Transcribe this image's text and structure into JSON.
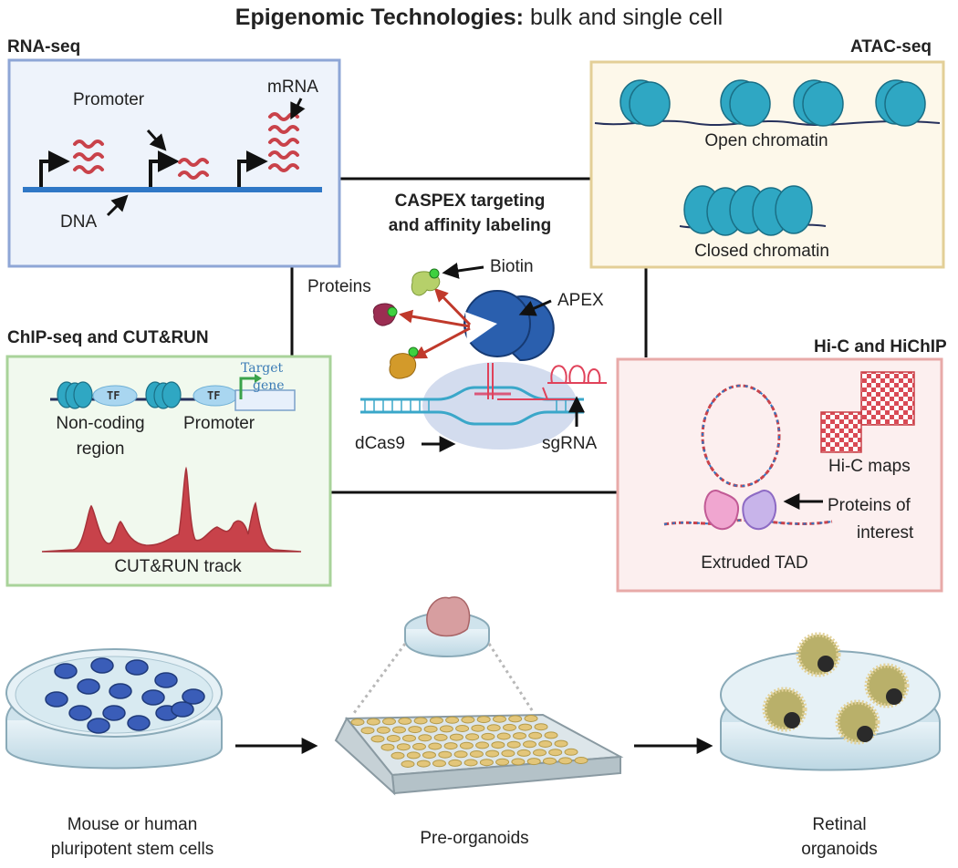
{
  "title": {
    "bold": "Epigenomic Technologies:",
    "rest": " bulk and single cell"
  },
  "rna": {
    "heading": "RNA-seq",
    "promoter": "Promoter",
    "mrna": "mRNA",
    "dna": "DNA"
  },
  "atac": {
    "heading": "ATAC-seq",
    "open": "Open chromatin",
    "closed": "Closed chromatin"
  },
  "caspex": {
    "heading_line1": "CASPEX targeting",
    "heading_line2": "and affinity labeling",
    "biotin": "Biotin",
    "proteins": "Proteins",
    "apex": "APEX",
    "dcas9": "dCas9",
    "sgrna": "sgRNA"
  },
  "chip": {
    "heading": "ChIP-seq and CUT&RUN",
    "tf": "TF",
    "target_line1": "Target",
    "target_line2": "gene",
    "noncoding_line1": "Non-coding",
    "noncoding_line2": "region",
    "promoter": "Promoter",
    "track": "CUT&RUN track"
  },
  "hic": {
    "heading": "Hi-C and HiChIP",
    "maps": "Hi-C maps",
    "proteins_line1": "Proteins of",
    "proteins_line2": "interest",
    "tad": "Extruded TAD"
  },
  "bottom": {
    "stem_line1": "Mouse or human",
    "stem_line2": "pluripotent stem cells",
    "pre": "Pre-organoids",
    "ret_line1": "Retinal",
    "ret_line2": "organoids"
  },
  "colors": {
    "rna_border": "#8ea6d6",
    "rna_fill": "#eef3fb",
    "atac_border": "#e3cf97",
    "atac_fill": "#fdf8ea",
    "chip_border": "#a9d39a",
    "chip_fill": "#f1f9ee",
    "hic_border": "#e8aaa8",
    "hic_fill": "#fcefef",
    "nucleosome": "#2fa7c3",
    "dna_blue": "#2f77c6",
    "mrna_red": "#c9424a",
    "apex_blue": "#2a5fae",
    "track_red": "#c8424a"
  }
}
